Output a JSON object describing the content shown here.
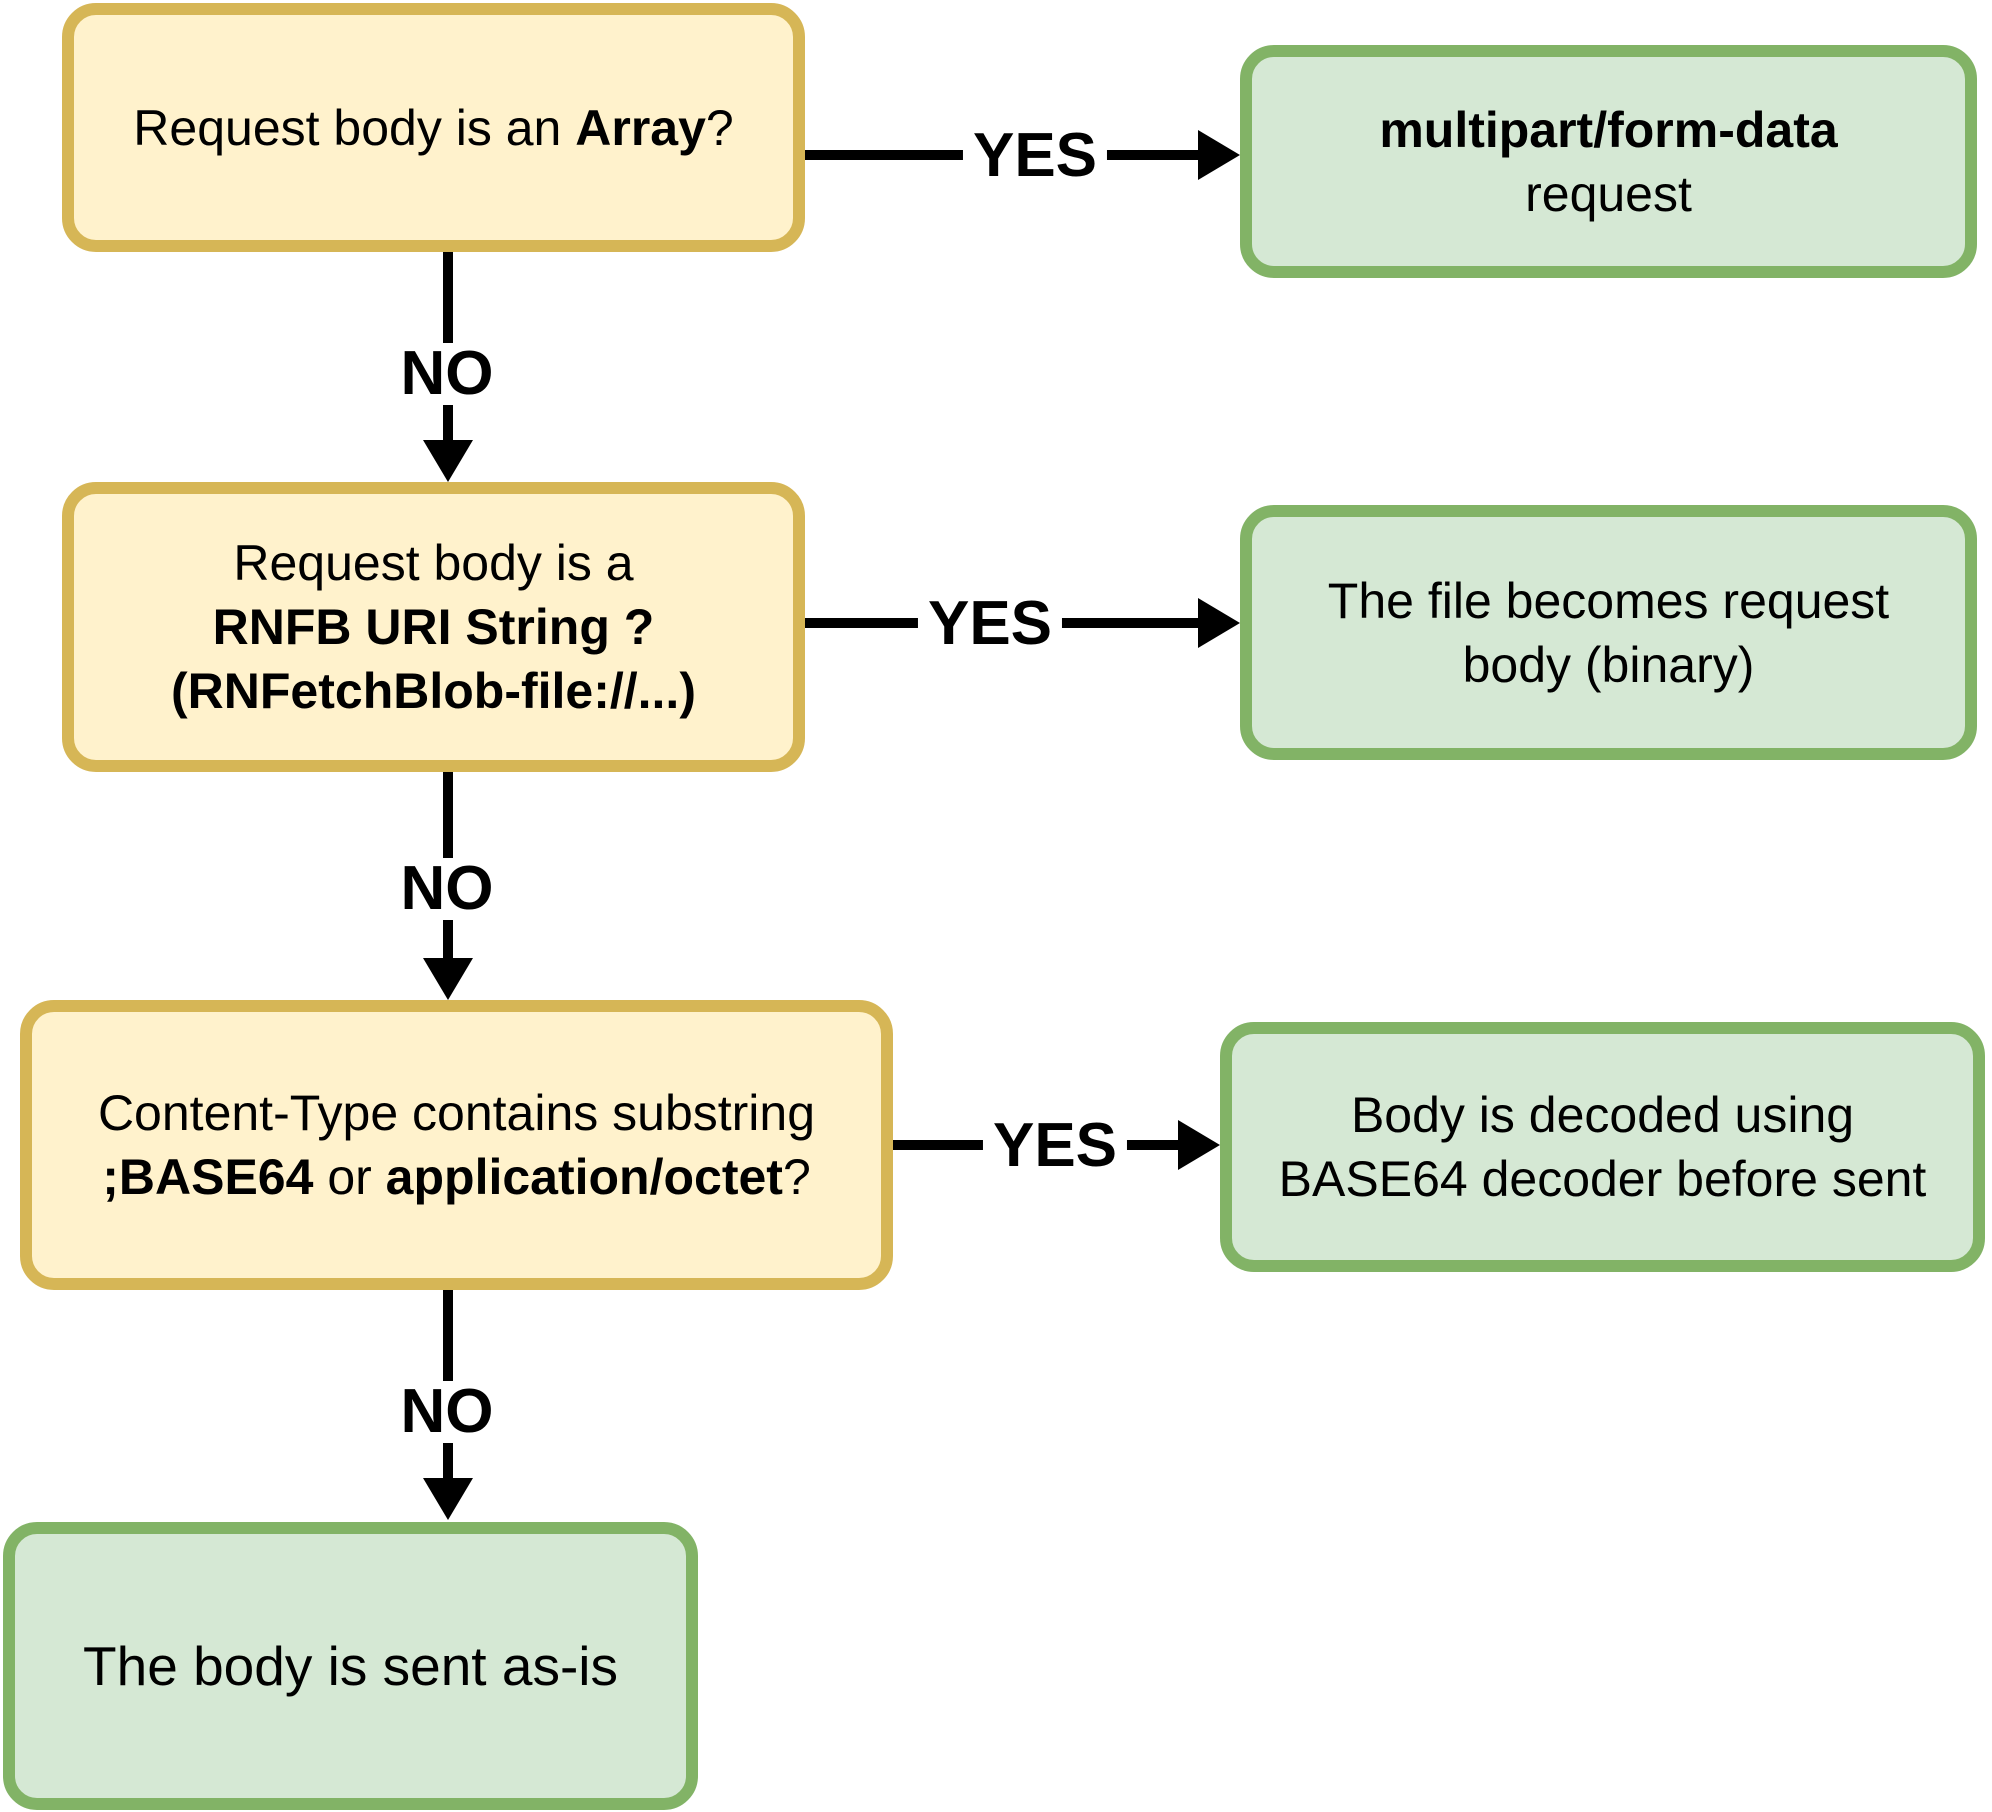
{
  "colors": {
    "decision-fill": "#fff2cc",
    "decision-border": "#d6b656",
    "result-fill": "#d5e8d4",
    "result-border": "#82b366",
    "connector": "#000000",
    "text": "#000000",
    "label-bg": "#ffffff"
  },
  "nodes": {
    "decision_array": {
      "pre": "Request body is an ",
      "bold": "Array",
      "post": "?"
    },
    "decision_rnfb": {
      "line1": "Request body is a",
      "line2_bold": "RNFB URI String ?",
      "line3_bold": "(RNFetchBlob-file://...)"
    },
    "decision_content_type": {
      "line1": "Content-Type contains substring",
      "bold1": ";BASE64",
      "mid": " or ",
      "bold2": "application/octet",
      "post": "?"
    },
    "result_multipart": {
      "line1_bold": "multipart/form-data",
      "line2": "request"
    },
    "result_file_body": {
      "line1": "The file becomes request",
      "line2": "body (binary)"
    },
    "result_base64": {
      "line1": "Body is decoded using",
      "line2": "BASE64 decoder before sent"
    },
    "result_as_is": {
      "text": "The body is sent as-is"
    }
  },
  "edges": {
    "yes1": "YES",
    "yes2": "YES",
    "yes3": "YES",
    "no1": "NO",
    "no2": "NO",
    "no3": "NO"
  }
}
